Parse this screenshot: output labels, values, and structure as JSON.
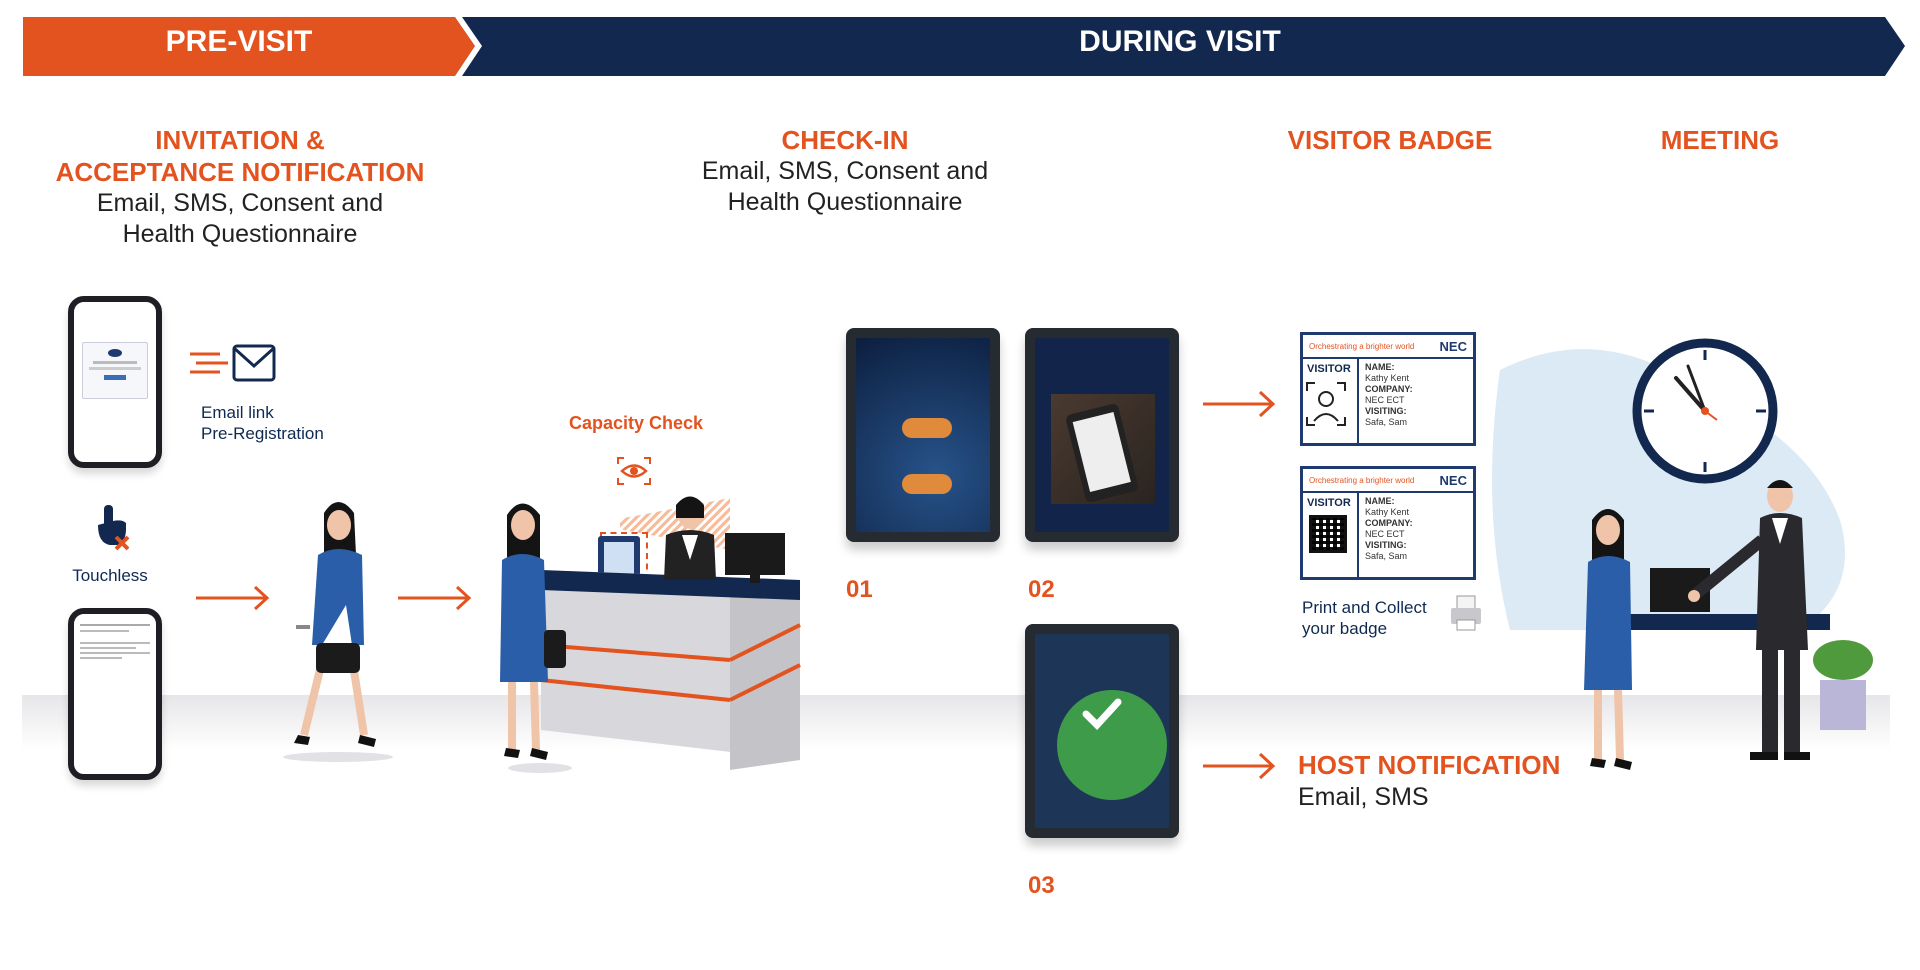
{
  "banner": {
    "pre_visit": "PRE-VISIT",
    "during_visit": "DURING VISIT",
    "pre_color": "#e3531f",
    "during_color": "#12284f"
  },
  "invitation": {
    "title_line1": "INVITATION &",
    "title_line2": "ACCEPTANCE NOTIFICATION",
    "sub_line1": "Email, SMS, Consent and",
    "sub_line2": "Health Questionnaire"
  },
  "checkin": {
    "title": "CHECK-IN",
    "sub_line1": "Email, SMS, Consent and",
    "sub_line2": "Health Questionnaire"
  },
  "visitor_badge_title": "VISITOR BADGE",
  "meeting_title": "MEETING",
  "email_link": {
    "line1": "Email link",
    "line2": "Pre-Registration"
  },
  "touchless": "Touchless",
  "capacity_check": "Capacity Check",
  "steps": [
    "01",
    "02",
    "03"
  ],
  "badge": {
    "tagline": "Orchestrating a brighter world",
    "brand": "NEC",
    "visitor": "VISITOR",
    "name_label": "NAME:",
    "name_value": "Kathy Kent",
    "company_label": "COMPANY:",
    "company_value": "NEC ECT",
    "visiting_label": "VISITING:",
    "visiting_value": "Safa, Sam"
  },
  "print_collect": {
    "line1": "Print and Collect",
    "line2": "your badge"
  },
  "host_notification": {
    "title": "HOST NOTIFICATION",
    "sub": "Email, SMS"
  },
  "icons": [
    "envelope-icon",
    "touch-hand-icon",
    "eye-icon",
    "printer-icon",
    "clock-icon",
    "check-icon",
    "face-icon",
    "qr-code-icon"
  ]
}
